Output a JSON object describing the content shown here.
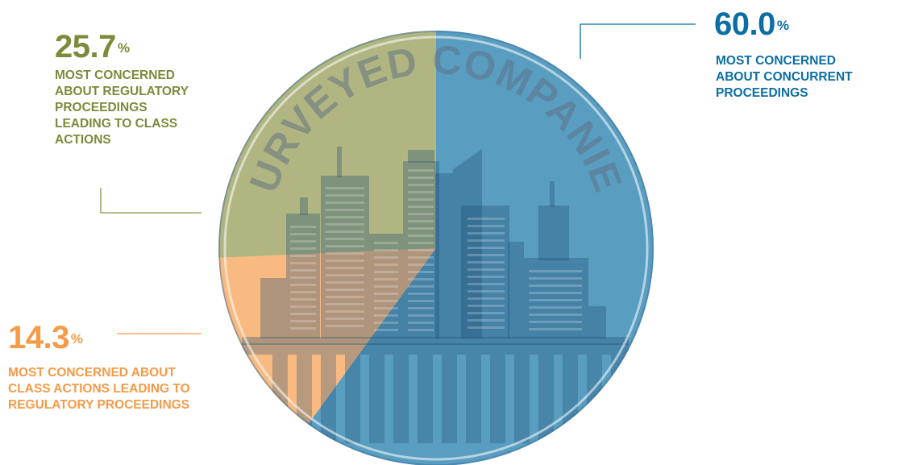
{
  "chart_data": {
    "type": "pie",
    "title": "SURVEYED COMPANIES",
    "unit": "%",
    "slices": [
      {
        "key": "concurrent",
        "value": 60.0,
        "value_label": "60.0",
        "label_lines": [
          "MOST CONCERNED",
          "ABOUT CONCURRENT",
          "PROCEEDINGS"
        ],
        "color": "#0b6ea3"
      },
      {
        "key": "class_to_regulatory",
        "value": 14.3,
        "value_label": "14.3",
        "label_lines": [
          "MOST CONCERNED ABOUT",
          "CLASS ACTIONS LEADING TO",
          "REGULATORY PROCEEDINGS"
        ],
        "color": "#f69a46"
      },
      {
        "key": "regulatory_to_class",
        "value": 25.7,
        "value_label": "25.7",
        "label_lines": [
          "MOST CONCERNED",
          "ABOUT REGULATORY",
          "PROCEEDINGS",
          "LEADING TO CLASS",
          "ACTIONS"
        ],
        "color": "#8a9245"
      }
    ]
  },
  "colors": {
    "blue": "#0b6ea3",
    "orange": "#f69a46",
    "green": "#8a9245",
    "green_text": "#7c8a3a",
    "leader_line": "#8a9245"
  }
}
